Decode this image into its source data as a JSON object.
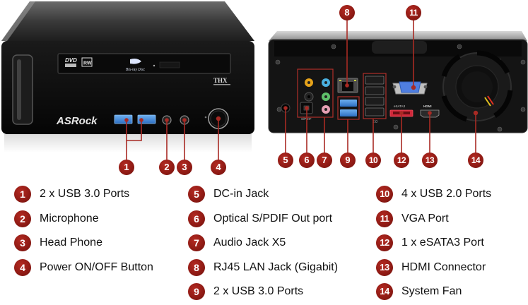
{
  "colors": {
    "badge": "#8e1a14",
    "callout_line": "#a82a24",
    "chassis": "#0d0d0d",
    "usb3_blue": "#3a7fd0"
  },
  "front_view": {
    "brand_logo": "ASRock",
    "drive_labels": [
      "DVD",
      "RW",
      "Blu-ray Disc"
    ],
    "certification_logo": "THX"
  },
  "rear_view": {
    "port_labels": [
      "S/PDIF",
      "eSATA3",
      "HDMI",
      "2.0"
    ]
  },
  "callouts": {
    "front": [
      "1",
      "2",
      "3",
      "4"
    ],
    "rear_top": [
      "8",
      "11"
    ],
    "rear_bottom": [
      "5",
      "6",
      "7",
      "9",
      "10",
      "12",
      "13",
      "14"
    ]
  },
  "legend": {
    "columns": [
      [
        {
          "num": "1",
          "label": "2 x USB 3.0 Ports"
        },
        {
          "num": "2",
          "label": "Microphone"
        },
        {
          "num": "3",
          "label": "Head Phone"
        },
        {
          "num": "4",
          "label": "Power ON/OFF Button"
        }
      ],
      [
        {
          "num": "5",
          "label": "DC-in Jack"
        },
        {
          "num": "6",
          "label": "Optical S/PDIF Out port"
        },
        {
          "num": "7",
          "label": "Audio Jack X5"
        },
        {
          "num": "8",
          "label": "RJ45 LAN Jack (Gigabit)"
        },
        {
          "num": "9",
          "label": "2 x USB 3.0 Ports"
        }
      ],
      [
        {
          "num": "10",
          "label": "4 x USB 2.0 Ports"
        },
        {
          "num": "11",
          "label": "VGA Port"
        },
        {
          "num": "12",
          "label": "1 x eSATA3 Port"
        },
        {
          "num": "13",
          "label": "HDMI Connector"
        },
        {
          "num": "14",
          "label": "System Fan"
        }
      ]
    ]
  }
}
